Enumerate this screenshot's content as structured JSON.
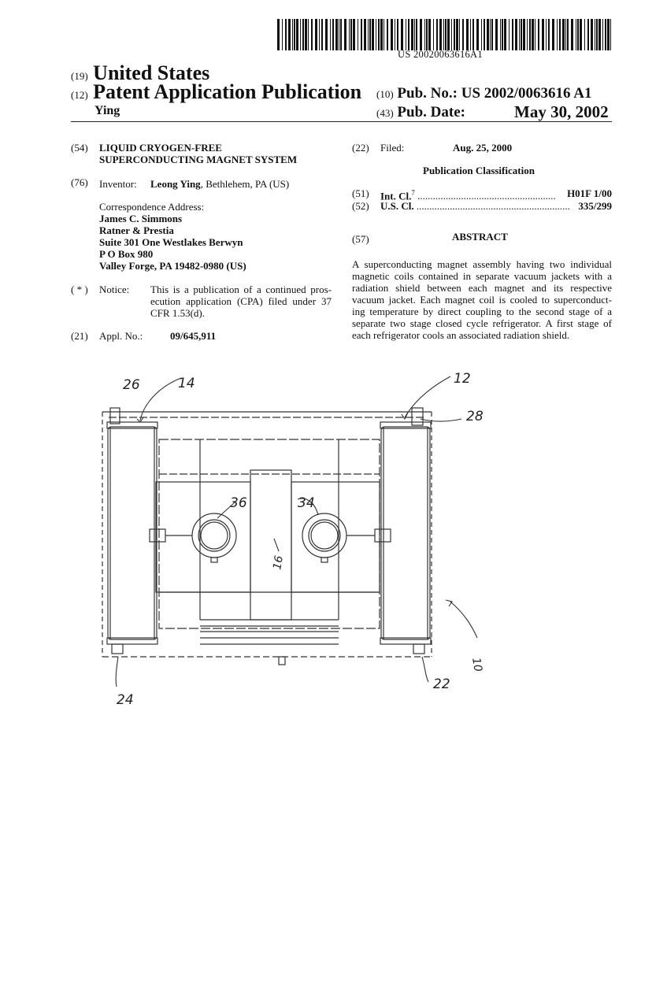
{
  "header": {
    "pub_number_text": "US 20020063616A1",
    "country_code": "(19)",
    "country": "United States",
    "pubtype_code": "(12)",
    "pubtype": "Patent Application Publication",
    "inventor_short": "Ying",
    "pubno_code": "(10)",
    "pubno_label": "Pub. No.:",
    "pubno": "US 2002/0063616 A1",
    "pubdate_code": "(43)",
    "pubdate_label": "Pub. Date:",
    "pubdate": "May 30, 2002"
  },
  "left": {
    "title_code": "(54)",
    "title_line1": "LIQUID CRYOGEN-FREE",
    "title_line2": "SUPERCONDUCTING MAGNET SYSTEM",
    "inventor_code": "(76)",
    "inventor_label": "Inventor:",
    "inventor_name": "Leong Ying",
    "inventor_loc": ", Bethlehem, PA (US)",
    "corr_label": "Correspondence Address:",
    "corr_lines": [
      "James C. Simmons",
      "Ratner & Prestia",
      "Suite 301 One Westlakes Berwyn",
      "P O Box 980",
      "Valley Forge, PA 19482-0980 (US)"
    ],
    "notice_code": "( * )",
    "notice_label": "Notice:",
    "notice_lines": [
      "This is a publication of a continued pros-",
      "ecution application (CPA) filed under 37",
      "CFR 1.53(d)."
    ],
    "appl_code": "(21)",
    "appl_label": "Appl. No.:",
    "appl_no": "09/645,911"
  },
  "right": {
    "filed_code": "(22)",
    "filed_label": "Filed:",
    "filed_date": "Aug. 25, 2000",
    "class_heading": "Publication Classification",
    "intcl_code": "(51)",
    "intcl_label": "Int. Cl.",
    "intcl_sup": "7",
    "intcl_value": "H01F 1/00",
    "uscl_code": "(52)",
    "uscl_label": "U.S. Cl.",
    "uscl_value": "335/299",
    "abstract_code": "(57)",
    "abstract_heading": "ABSTRACT",
    "abstract_lines": [
      "A superconducting magnet assembly having two individual",
      "magnetic coils contained in separate vacuum jackets with a",
      "radiation shield between each magnet and its respective",
      "vacuum jacket. Each magnet coil is cooled to superconduct-",
      "ing temperature by direct coupling to the second stage of a",
      "separate two stage closed cycle refrigerator. A first stage of",
      "each refrigerator cools an associated radiation shield."
    ]
  },
  "drawing": {
    "labels": {
      "l26": "26",
      "l14": "14",
      "l12": "12",
      "l28": "28",
      "l36": "36",
      "l34": "34",
      "l16": "16",
      "l10": "10",
      "l24": "24",
      "l22": "22"
    }
  }
}
